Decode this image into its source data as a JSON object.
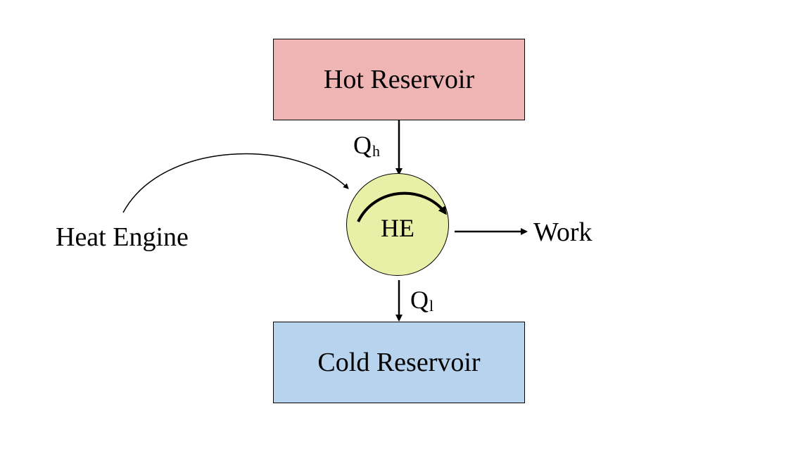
{
  "diagram": {
    "hot_reservoir": {
      "label": "Hot Reservoir",
      "fill": "#efb4b4"
    },
    "cold_reservoir": {
      "label": "Cold Reservoir",
      "fill": "#b7d3ee"
    },
    "engine": {
      "label": "HE",
      "fill": "#e8f0a8"
    },
    "callout": {
      "label": "Heat Engine"
    },
    "heat_in": {
      "symbol": "Q",
      "subscript": "h"
    },
    "heat_out": {
      "symbol": "Q",
      "subscript": "l"
    },
    "work": {
      "label": "Work"
    },
    "line_color": "#000000"
  }
}
